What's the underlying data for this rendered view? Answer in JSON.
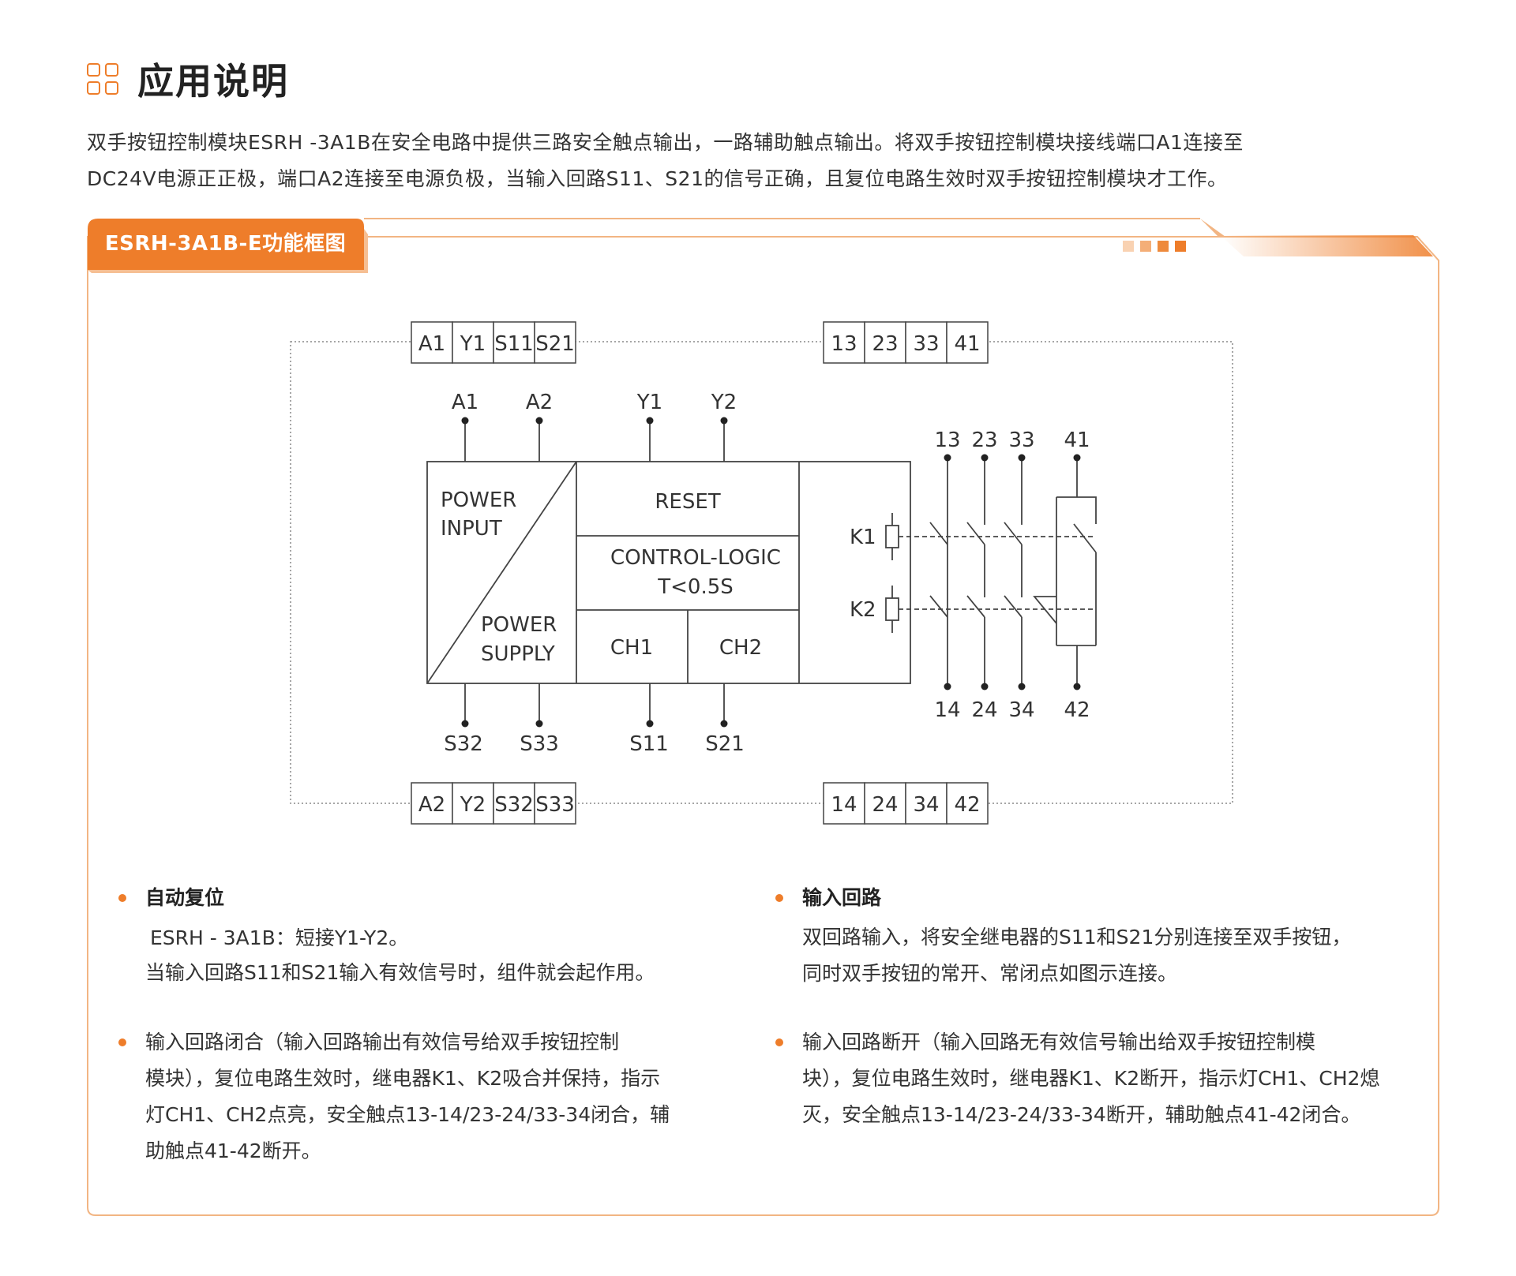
{
  "header": {
    "title": "应用说明",
    "icon": "grid-icon"
  },
  "intro": {
    "line1": "双手按钮控制模块ESRH -3A1B在安全电路中提供三路安全触点输出，一路辅助触点输出。将双手按钮控制模块接线端口A1连接至",
    "line2": "DC24V电源正正极，端口A2连接至电源负极，当输入回路S11、S21的信号正确，且复位电路生效时双手按钮控制模块才工作。"
  },
  "panel": {
    "tab_label": "ESRH-3A1B-E功能框图",
    "accent_color": "#EE7D2A"
  },
  "diagram": {
    "top_terminals_left": [
      "A1",
      "Y1",
      "S11",
      "S21"
    ],
    "top_terminals_right": [
      "13",
      "23",
      "33",
      "41"
    ],
    "bottom_terminals_left": [
      "A2",
      "Y2",
      "S32",
      "S33"
    ],
    "bottom_terminals_right": [
      "14",
      "24",
      "34",
      "42"
    ],
    "top_pins": [
      "A1",
      "A2",
      "Y1",
      "Y2"
    ],
    "bottom_pins": [
      "S32",
      "S33",
      "S11",
      "S21"
    ],
    "contact_top": [
      "13",
      "23",
      "33",
      "41"
    ],
    "contact_bottom": [
      "14",
      "24",
      "34",
      "42"
    ],
    "block_power_input": [
      "POWER",
      "INPUT"
    ],
    "block_power_supply": [
      "POWER",
      "SUPPLY"
    ],
    "block_reset": "RESET",
    "block_logic": [
      "CONTROL-LOGIC",
      "T<0.5S"
    ],
    "block_ch1": "CH1",
    "block_ch2": "CH2",
    "relay_k1": "K1",
    "relay_k2": "K2"
  },
  "sections": {
    "auto_reset": {
      "title": "自动复位",
      "line1": "ESRH - 3A1B：短接Y1-Y2。",
      "line2": "当输入回路S11和S21输入有效信号时，组件就会起作用。"
    },
    "input_circuit": {
      "title": "输入回路",
      "line1": "双回路输入，将安全继电器的S11和S21分别连接至双手按钮，",
      "line2": "同时双手按钮的常开、常闭点如图示连接。"
    },
    "closed": {
      "line1": "输入回路闭合（输入回路输出有效信号给双手按钮控制",
      "line2": "模块），复位电路生效时，继电器K1、K2吸合并保持，指示",
      "line3": "灯CH1、CH2点亮，安全触点13-14/23-24/33-34闭合，辅",
      "line4": "助触点41-42断开。"
    },
    "open": {
      "line1": "输入回路断开（输入回路无有效信号输出给双手按钮控制模",
      "line2": "块），复位电路生效时，继电器K1、K2断开，指示灯CH1、CH2熄",
      "line3": "灭，安全触点13-14/23-24/33-34断开，辅助触点41-42闭合。"
    }
  }
}
